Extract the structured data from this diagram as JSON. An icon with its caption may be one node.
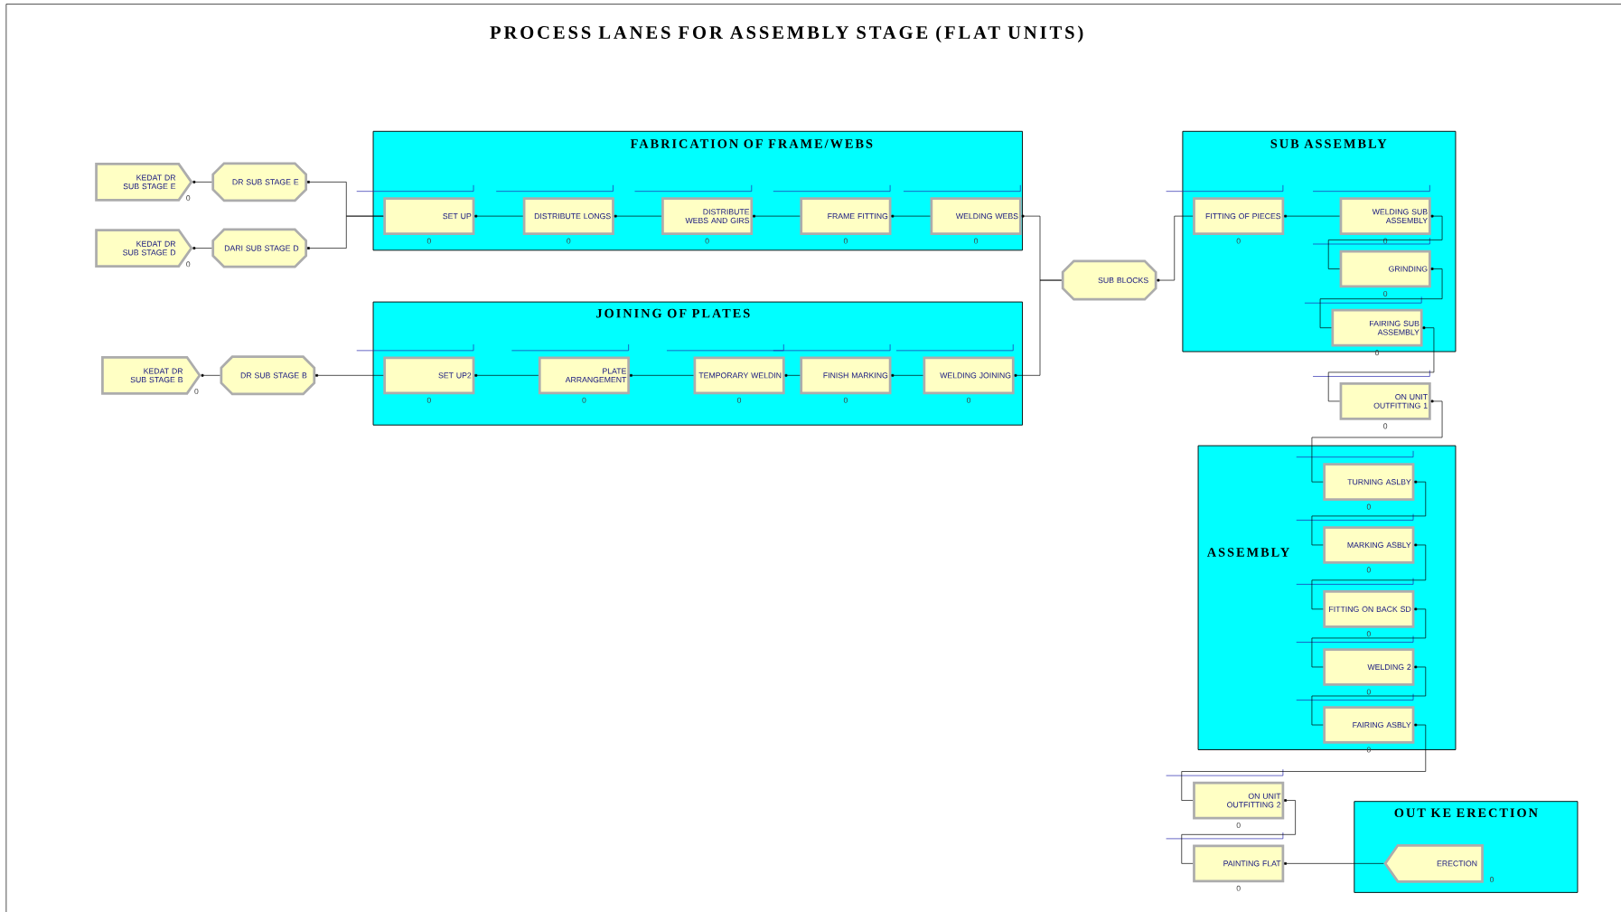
{
  "diagram": {
    "title": "PROCESS LANES FOR ASSEMBLY STAGE (FLAT UNITS)",
    "nodes": [
      {
        "text": [
          "KEDAT DR SUB STAGE E"
        ],
        "beside": [
          "0"
        ]
      },
      {
        "text": [
          "DR SUB STAGE E"
        ]
      },
      {
        "text": [
          "KEDAT DR SUB STAGE D"
        ],
        "beside": [
          "0"
        ]
      },
      {
        "text": [
          "DARI SUB STAGE D"
        ]
      },
      {
        "text": [
          "KEDAT DR SUB STAGE B"
        ],
        "beside": [
          "0"
        ]
      },
      {
        "text": [
          "DR SUB STAGE B"
        ]
      },
      {
        "text": [
          "FABRICATION OF FRAME/WEBS"
        ]
      },
      {
        "text": [
          "SET UP"
        ],
        "in": 6,
        "beside": [
          "0"
        ]
      },
      {
        "text": [
          "DISTRIBUTE LONGS"
        ],
        "in": 6,
        "beside": [
          "0"
        ]
      },
      {
        "text": [
          "DISTRIBUTE WEBS AND GIRS"
        ],
        "in": 6,
        "beside": [
          "0"
        ]
      },
      {
        "text": [
          "FRAME FITTING"
        ],
        "in": 6,
        "beside": [
          "0"
        ]
      },
      {
        "text": [
          "WELDING WEBS"
        ],
        "in": 6,
        "beside": [
          "0"
        ]
      },
      {
        "text": [
          "JOINING OF PLATES"
        ]
      },
      {
        "text": [
          "SET UP2"
        ],
        "in": 12,
        "beside": [
          "0"
        ]
      },
      {
        "text": [
          "PLATE ARRANGEMENT"
        ],
        "in": 12,
        "beside": [
          "0"
        ]
      },
      {
        "text": [
          "TEMPORARY WELDIN"
        ],
        "in": 12,
        "beside": [
          "0"
        ]
      },
      {
        "text": [
          "FINISH MARKING"
        ],
        "in": 12,
        "beside": [
          "0"
        ]
      },
      {
        "text": [
          "WELDING JOINING"
        ],
        "in": 12,
        "beside": [
          "0"
        ]
      },
      {
        "text": [
          "SUB BLOCKS"
        ]
      },
      {
        "text": [
          "SUB ASSEMBLY"
        ]
      },
      {
        "text": [
          "FITTING OF PIECES"
        ],
        "in": 19,
        "beside": [
          "0"
        ]
      },
      {
        "text": [
          "WELDING SUB ASSEMBLY"
        ],
        "in": 19,
        "beside": [
          "0"
        ]
      },
      {
        "text": [
          "GRINDING"
        ],
        "in": 19,
        "beside": [
          "0"
        ]
      },
      {
        "text": [
          "FAIRING SUB ASSEMBLY"
        ],
        "in": 19,
        "beside": [
          "0"
        ]
      },
      {
        "text": [
          "ON UNIT OUTFITTING 1"
        ],
        "beside": [
          "0"
        ]
      },
      {
        "text": [
          "ASSEMBLY"
        ]
      },
      {
        "text": [
          "TURNING ASLBY"
        ],
        "in": 25,
        "beside": [
          "0"
        ]
      },
      {
        "text": [
          "MARKING ASBLY"
        ],
        "in": 25,
        "beside": [
          "0"
        ]
      },
      {
        "text": [
          "FITTING ON BACK SD"
        ],
        "in": 25,
        "beside": [
          "0"
        ]
      },
      {
        "text": [
          "WELDING 2"
        ],
        "in": 25,
        "beside": [
          "0"
        ]
      },
      {
        "text": [
          "FAIRING ASBLY"
        ],
        "in": 25,
        "beside": [
          "0"
        ]
      },
      {
        "text": [
          "ON UNIT OUTFITTING 2"
        ],
        "beside": [
          "0"
        ]
      },
      {
        "text": [
          "PAINTING FLAT"
        ],
        "beside": [
          "0"
        ]
      },
      {
        "text": [
          "OUT KE ERECTION"
        ]
      },
      {
        "text": [
          "ERECTION"
        ],
        "in": 33,
        "beside": [
          "0"
        ]
      }
    ],
    "edges": [
      {
        "from": 0,
        "to": 1,
        "arrow": "other"
      },
      {
        "from": 2,
        "to": 3,
        "arrow": "other"
      },
      {
        "from": 1,
        "to": 7,
        "arrow": "other"
      },
      {
        "from": 3,
        "to": 7,
        "arrow": "other"
      },
      {
        "from": 4,
        "to": 5,
        "arrow": "other"
      },
      {
        "from": 5,
        "to": 13,
        "arrow": "other"
      },
      {
        "from": 7,
        "to": 8,
        "arrow": "other"
      },
      {
        "from": 8,
        "to": 9,
        "arrow": "other"
      },
      {
        "from": 9,
        "to": 10,
        "arrow": "other"
      },
      {
        "from": 10,
        "to": 11,
        "arrow": "other"
      },
      {
        "from": 13,
        "to": 14,
        "arrow": "other"
      },
      {
        "from": 14,
        "to": 15,
        "arrow": "other"
      },
      {
        "from": 15,
        "to": 16,
        "arrow": "other"
      },
      {
        "from": 16,
        "to": 17,
        "arrow": "other"
      },
      {
        "from": 11,
        "to": 18,
        "arrow": "other"
      },
      {
        "from": 17,
        "to": 18,
        "arrow": "other"
      },
      {
        "from": 18,
        "to": 20,
        "arrow": "other"
      },
      {
        "from": 20,
        "to": 21,
        "arrow": "other"
      },
      {
        "from": 21,
        "to": 22,
        "arrow": "other"
      },
      {
        "from": 22,
        "to": 23,
        "arrow": "other"
      },
      {
        "from": 23,
        "to": 24,
        "arrow": "other"
      },
      {
        "from": 24,
        "to": 26,
        "arrow": "other"
      },
      {
        "from": 26,
        "to": 27,
        "arrow": "other"
      },
      {
        "from": 27,
        "to": 28,
        "arrow": "other"
      },
      {
        "from": 28,
        "to": 29,
        "arrow": "other"
      },
      {
        "from": 29,
        "to": 30,
        "arrow": "other"
      },
      {
        "from": 30,
        "to": 31,
        "arrow": "other"
      },
      {
        "from": 31,
        "to": 32,
        "arrow": "other"
      },
      {
        "from": 32,
        "to": 34,
        "arrow": "other"
      }
    ]
  }
}
